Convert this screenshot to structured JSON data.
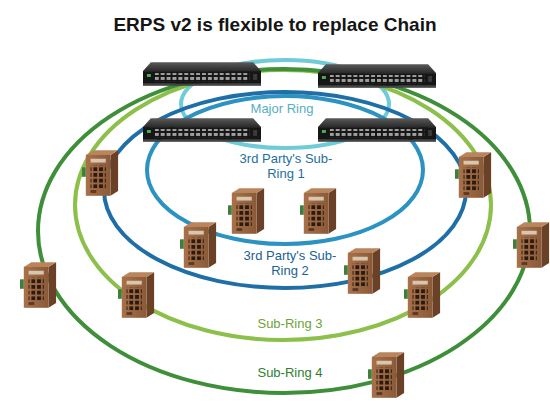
{
  "diagram": {
    "title": "ERPS v2 is flexible to replace Chain",
    "nodes": [
      {
        "text": [
          "Major Ring"
        ]
      },
      {
        "text": [
          "3rd Party's Sub-Ring 1"
        ]
      },
      {
        "text": [
          "3rd Party's Sub-Ring 2"
        ]
      },
      {
        "text": [
          "Sub-Ring 3"
        ]
      },
      {
        "text": [
          "Sub-Ring 4"
        ]
      }
    ]
  }
}
